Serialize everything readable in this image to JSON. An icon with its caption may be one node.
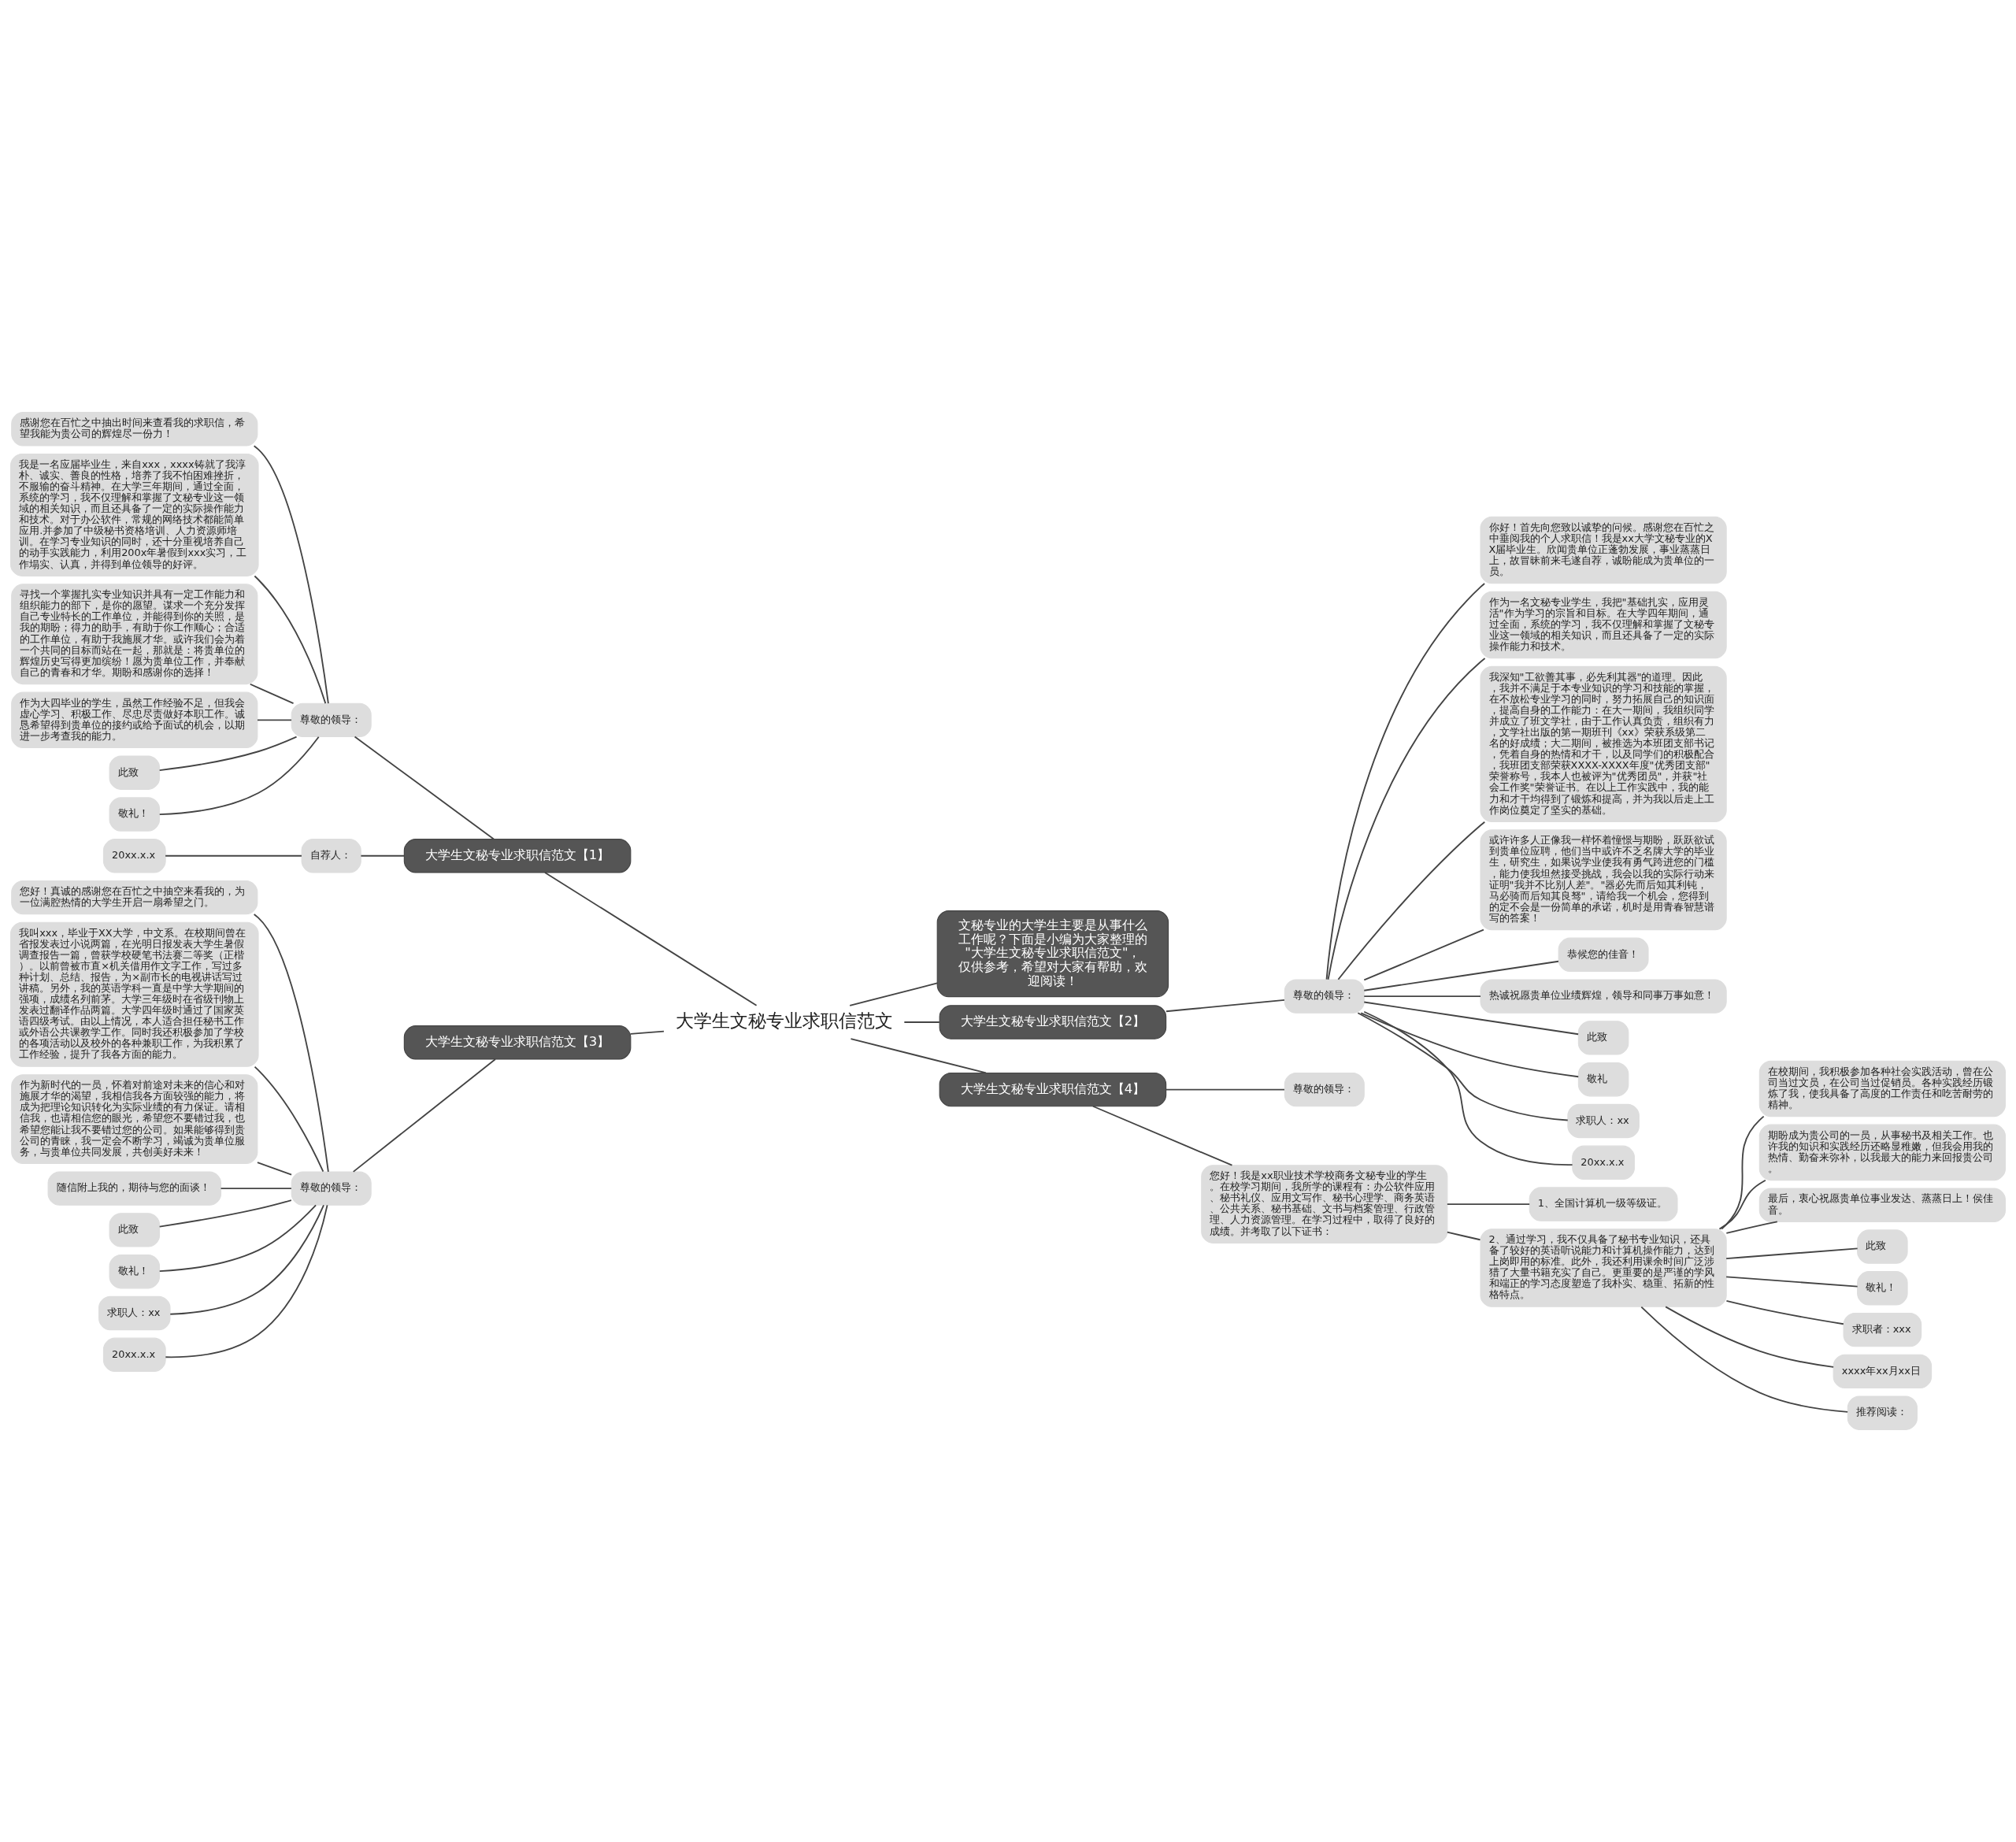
{
  "diagram": {
    "nodes": [
      {
        "text": [
          "大学生文秘专业求职信范文"
        ]
      },
      {
        "text": [
          "文秘专业的大学生主要是从事什么工作呢？下面是小编为大家整理的\"大学生文秘专业求职信范文\"，仅供参考，希望对大家有帮助，欢迎阅读！"
        ]
      },
      {
        "text": [
          "大学生文秘专业求职信范文【1】"
        ]
      },
      {
        "text": [
          "尊敬的领导："
        ]
      },
      {
        "text": [
          "感谢您在百忙之中抽出时间来查看我的求职信，希望我能为贵公司的辉煌尽一份力！"
        ]
      },
      {
        "text": [
          "我是一名应届毕业生，来自xxx，xxxx铸就了我淳朴、诚实、善良的性格，培养了我不怕困难挫折，不服输的奋斗精神。在大学三年期间，通过全面，系统的学习，我不仅理解和掌握了文秘专业这一领域的相关知识，而且还具备了一定的实际操作能力和技术。对于办公软件，常规的网络技术都能简单应用.并参加了中级秘书资格培训、人力资源师培训。在学习专业知识的同时，还十分重视培养自己的动手实践能力，利用200x年暑假到xxx实习，工作塌实、认真，并得到单位领导的好评。"
        ]
      },
      {
        "text": [
          "寻找一个掌握扎实专业知识并具有一定工作能力和组织能力的部下，是你的愿望。谋求一个充分发挥自己专业特长的工作单位，并能得到你的关照，是我的期盼；得力的助手，有助于你工作顺心；合适的工作单位，有助于我施展才华。或许我们会为着一个共同的目标而站在一起，那就是：将贵单位的辉煌历史写得更加缤纷！愿为贵单位工作，并奉献自己的青春和才华。期盼和感谢你的选择！"
        ]
      },
      {
        "text": [
          "作为大四毕业的学生，虽然工作经验不足，但我会虚心学习、积极工作、尽忠尽责做好本职工作。诚恳希望得到贵单位的接约或给予面试的机会，以期进一步考查我的能力。"
        ]
      },
      {
        "text": [
          "此致"
        ]
      },
      {
        "text": [
          "敬礼！"
        ]
      },
      {
        "text": [
          "自荐人："
        ]
      },
      {
        "text": [
          "20xx.x.x"
        ]
      },
      {
        "text": [
          "大学生文秘专业求职信范文【2】"
        ]
      },
      {
        "text": [
          "尊敬的领导："
        ]
      },
      {
        "text": [
          "你好！首先向您致以诚挚的问候。感谢您在百忙之中垂阅我的个人求职信！我是xx大学文秘专业的XX届毕业生。欣闻贵单位正蓬勃发展，事业蒸蒸日上，故冒昧前来毛遂自荐，诚盼能成为贵单位的一员。"
        ]
      },
      {
        "text": [
          "作为一名文秘专业学生，我把\"基础扎实，应用灵活\"作为学习的宗旨和目标。在大学四年期间，通过全面，系统的学习，我不仅理解和掌握了文秘专业这一领域的相关知识，而且还具备了一定的实际操作能力和技术。"
        ]
      },
      {
        "text": [
          "我深知\"工欲善其事，必先利其器\"的道理。因此，我并不满足于本专业知识的学习和技能的掌握，在不放松专业学习的同时，努力拓展自己的知识面，提高自身的工作能力：在大一期间，我组织同学并成立了班文学社，由于工作认真负责，组织有力，文学社出版的第一期班刊《xx》荣获系级第二名的好成绩；大二期间，被推选为本班团支部书记，凭着自身的热情和才干，以及同学们的积极配合，我班团支部荣获XXXX-XXXX年度\"优秀团支部\"荣誉称号，我本人也被评为\"优秀团员\"，并获\"社会工作奖\"荣誉证书。在以上工作实践中，我的能力和才干均得到了锻炼和提高，并为我以后走上工作岗位奠定了坚实的基础。"
        ]
      },
      {
        "text": [
          "或许许多人正像我一样怀着憧憬与期盼，跃跃欲试到贵单位应聘，他们当中或许不乏名牌大学的毕业生，研究生，如果说学业使我有勇气跨进您的门槛，能力使我坦然接受挑战，我会以我的实际行动来证明\"我并不比别人差\"。\"器必先而后知其利钝，马必骑而后知其良驽\"，请给我一个机会，您得到的定不会是一份简单的承诺，机时是用青春智慧谱写的答案！"
        ]
      },
      {
        "text": [
          "恭候您的佳音！"
        ]
      },
      {
        "text": [
          "热诚祝愿贵单位业绩辉煌，领导和同事万事如意！"
        ]
      },
      {
        "text": [
          "此致"
        ]
      },
      {
        "text": [
          "敬礼"
        ]
      },
      {
        "text": [
          "求职人：xx"
        ]
      },
      {
        "text": [
          "20xx.x.x"
        ]
      },
      {
        "text": [
          "大学生文秘专业求职信范文【3】"
        ]
      },
      {
        "text": [
          "尊敬的领导："
        ]
      },
      {
        "text": [
          "您好！真诚的感谢您在百忙之中抽空来看我的，为一位满腔热情的大学生开启一扇希望之门。"
        ]
      },
      {
        "text": [
          "我叫xxx，毕业于XX大学，中文系。在校期间曾在省报发表过小说两篇，在光明日报发表大学生暑假调查报告一篇，曾获学校硬笔书法赛二等奖（正楷）。以前曾被市直×机关借用作文字工作，写过多种计划、总结、报告，为×副市长的电视讲话写过讲稿。另外，我的英语学科一直是中学大学期间的强项，成绩名列前茅。大学三年级时在省级刊物上发表过翻译作品两篇。大学四年级时通过了国家英语四级考试。由以上情况，本人适合担任秘书工作或外语公共课教学工作。同时我还积极参加了学校的各项活动以及校外的各种兼职工作，为我积累了工作经验，提升了我各方面的能力。"
        ]
      },
      {
        "text": [
          "作为新时代的一员，怀着对前途对未来的信心和对施展才华的渴望，我相信我各方面较强的能力，将成为把理论知识转化为实际业绩的有力保证。请相信我，也请相信您的眼光，希望您不要错过我，也希望您能让我不要错过您的公司。如果能够得到贵公司的青睐，我一定会不断学习，竭诚为贵单位服务，与贵单位共同发展，共创美好未来！"
        ]
      },
      {
        "text": [
          "随信附上我的，期待与您的面谈！"
        ]
      },
      {
        "text": [
          "此致"
        ]
      },
      {
        "text": [
          "敬礼！"
        ]
      },
      {
        "text": [
          "求职人：xx"
        ]
      },
      {
        "text": [
          "20xx.x.x"
        ]
      },
      {
        "text": [
          "大学生文秘专业求职信范文【4】"
        ]
      },
      {
        "text": [
          "尊敬的领导："
        ]
      },
      {
        "text": [
          "您好！我是xx职业技术学校商务文秘专业的学生。在校学习期间，我所学的课程有：办公软件应用、秘书礼仪、应用文写作、秘书心理学、商务英语、公共关系、秘书基础、文书与档案管理、行政管理、人力资源管理。在学习过程中，取得了良好的成绩。并考取了以下证书："
        ]
      },
      {
        "text": [
          "1、全国计算机一级等级证。"
        ]
      },
      {
        "text": [
          "2、通过学习，我不仅具备了秘书专业知识，还具备了较好的英语听说能力和计算机操作能力，达到上岗即用的标准。此外，我还利用课余时间广泛涉猎了大量书籍充实了自己。更重要的是严谨的学风和端正的学习态度塑造了我朴实、稳重、拓新的性格特点。"
        ]
      },
      {
        "text": [
          "在校期间，我积极参加各种社会实践活动，曾在公司当过文员，在公司当过促销员。各种实践经历锻炼了我，使我具备了高度的工作责任和吃苦耐劳的精神。"
        ]
      },
      {
        "text": [
          "期盼成为贵公司的一员，从事秘书及相关工作。也许我的知识和实践经历还略显稚嫩，但我会用我的热情、勤奋来弥补，以我最大的能力来回报贵公司。"
        ]
      },
      {
        "text": [
          "最后，衷心祝愿贵单位事业发达、蒸蒸日上！侯佳音。"
        ]
      },
      {
        "text": [
          "此致"
        ]
      },
      {
        "text": [
          "敬礼！"
        ]
      },
      {
        "text": [
          "求职者：xxx"
        ]
      },
      {
        "text": [
          "xxxx年xx月xx日"
        ]
      },
      {
        "text": [
          "推荐阅读："
        ]
      }
    ],
    "edges": [
      {
        "from": 0,
        "to": 1,
        "arrow": "none"
      },
      {
        "from": 0,
        "to": 2,
        "arrow": "none"
      },
      {
        "from": 2,
        "to": 3,
        "arrow": "none"
      },
      {
        "from": 3,
        "to": 4,
        "arrow": "none"
      },
      {
        "from": 3,
        "to": 5,
        "arrow": "none"
      },
      {
        "from": 3,
        "to": 6,
        "arrow": "none"
      },
      {
        "from": 3,
        "to": 7,
        "arrow": "none"
      },
      {
        "from": 3,
        "to": 8,
        "arrow": "none"
      },
      {
        "from": 3,
        "to": 9,
        "arrow": "none"
      },
      {
        "from": 2,
        "to": 10,
        "arrow": "none"
      },
      {
        "from": 10,
        "to": 11,
        "arrow": "none"
      },
      {
        "from": 0,
        "to": 12,
        "arrow": "none"
      },
      {
        "from": 12,
        "to": 13,
        "arrow": "none"
      },
      {
        "from": 13,
        "to": 14,
        "arrow": "none"
      },
      {
        "from": 13,
        "to": 15,
        "arrow": "none"
      },
      {
        "from": 13,
        "to": 16,
        "arrow": "none"
      },
      {
        "from": 13,
        "to": 17,
        "arrow": "none"
      },
      {
        "from": 13,
        "to": 18,
        "arrow": "none"
      },
      {
        "from": 13,
        "to": 19,
        "arrow": "none"
      },
      {
        "from": 13,
        "to": 20,
        "arrow": "none"
      },
      {
        "from": 13,
        "to": 21,
        "arrow": "none"
      },
      {
        "from": 13,
        "to": 22,
        "arrow": "none"
      },
      {
        "from": 13,
        "to": 23,
        "arrow": "none"
      },
      {
        "from": 0,
        "to": 24,
        "arrow": "none"
      },
      {
        "from": 24,
        "to": 25,
        "arrow": "none"
      },
      {
        "from": 25,
        "to": 26,
        "arrow": "none"
      },
      {
        "from": 25,
        "to": 27,
        "arrow": "none"
      },
      {
        "from": 25,
        "to": 28,
        "arrow": "none"
      },
      {
        "from": 25,
        "to": 29,
        "arrow": "none"
      },
      {
        "from": 25,
        "to": 30,
        "arrow": "none"
      },
      {
        "from": 25,
        "to": 31,
        "arrow": "none"
      },
      {
        "from": 25,
        "to": 32,
        "arrow": "none"
      },
      {
        "from": 25,
        "to": 33,
        "arrow": "none"
      },
      {
        "from": 0,
        "to": 34,
        "arrow": "none"
      },
      {
        "from": 34,
        "to": 35,
        "arrow": "none"
      },
      {
        "from": 34,
        "to": 36,
        "arrow": "none"
      },
      {
        "from": 36,
        "to": 37,
        "arrow": "none"
      },
      {
        "from": 36,
        "to": 38,
        "arrow": "none"
      },
      {
        "from": 38,
        "to": 39,
        "arrow": "none"
      },
      {
        "from": 38,
        "to": 40,
        "arrow": "none"
      },
      {
        "from": 38,
        "to": 41,
        "arrow": "none"
      },
      {
        "from": 38,
        "to": 42,
        "arrow": "none"
      },
      {
        "from": 38,
        "to": 43,
        "arrow": "none"
      },
      {
        "from": 38,
        "to": 44,
        "arrow": "none"
      },
      {
        "from": 38,
        "to": 45,
        "arrow": "none"
      },
      {
        "from": 38,
        "to": 46,
        "arrow": "none"
      }
    ]
  }
}
